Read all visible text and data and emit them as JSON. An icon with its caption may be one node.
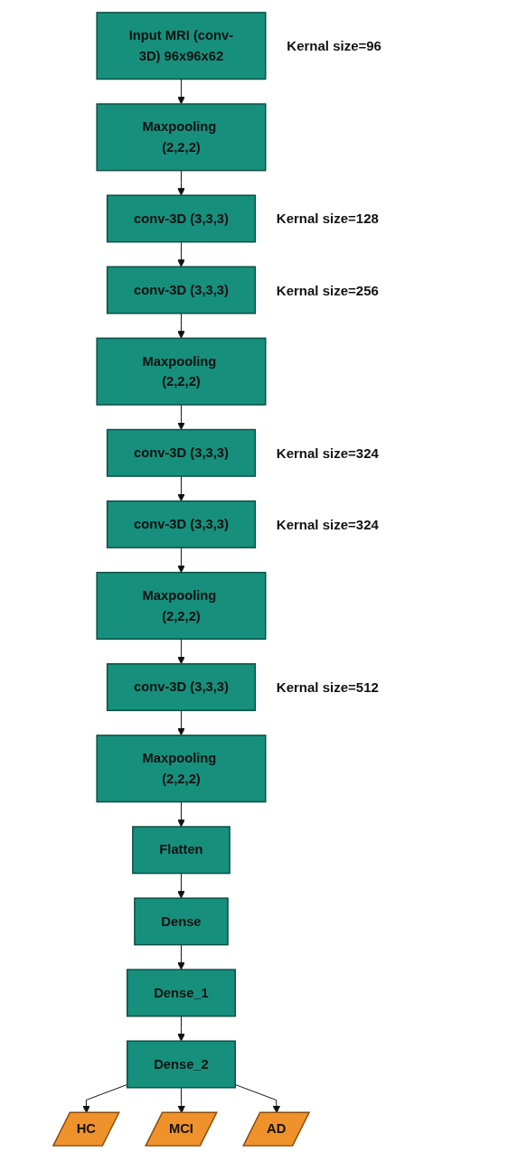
{
  "diagram": {
    "nodes": [
      {
        "text": [
          "Input MRI (conv-3D) 96x96x62"
        ],
        "beside": [
          "Kernal size=96"
        ]
      },
      {
        "text": [
          "Maxpooling (2,2,2)"
        ]
      },
      {
        "text": [
          "conv-3D (3,3,3)"
        ],
        "beside": [
          "Kernal size=128"
        ]
      },
      {
        "text": [
          "conv-3D (3,3,3)"
        ],
        "beside": [
          "Kernal size=256"
        ]
      },
      {
        "text": [
          "Maxpooling (2,2,2)"
        ]
      },
      {
        "text": [
          "conv-3D (3,3,3)"
        ],
        "beside": [
          "Kernal size=324"
        ]
      },
      {
        "text": [
          "conv-3D (3,3,3)"
        ],
        "beside": [
          "Kernal size=324"
        ]
      },
      {
        "text": [
          "Maxpooling (2,2,2)"
        ]
      },
      {
        "text": [
          "conv-3D (3,3,3)"
        ],
        "beside": [
          "Kernal size=512"
        ]
      },
      {
        "text": [
          "Maxpooling (2,2,2)"
        ]
      },
      {
        "text": [
          "Flatten"
        ]
      },
      {
        "text": [
          "Dense"
        ]
      },
      {
        "text": [
          "Dense_1"
        ]
      },
      {
        "text": [
          "Dense_2"
        ]
      },
      {
        "text": [
          "HC"
        ]
      },
      {
        "text": [
          "MCI"
        ]
      },
      {
        "text": [
          "AD"
        ]
      }
    ],
    "edges": [
      {
        "from": 0,
        "to": 1,
        "arrow": "to"
      },
      {
        "from": 1,
        "to": 2,
        "arrow": "to"
      },
      {
        "from": 2,
        "to": 3,
        "arrow": "to"
      },
      {
        "from": 3,
        "to": 4,
        "arrow": "to"
      },
      {
        "from": 4,
        "to": 5,
        "arrow": "to"
      },
      {
        "from": 5,
        "to": 6,
        "arrow": "to"
      },
      {
        "from": 6,
        "to": 7,
        "arrow": "to"
      },
      {
        "from": 7,
        "to": 8,
        "arrow": "to"
      },
      {
        "from": 8,
        "to": 9,
        "arrow": "to"
      },
      {
        "from": 9,
        "to": 10,
        "arrow": "to"
      },
      {
        "from": 10,
        "to": 11,
        "arrow": "to"
      },
      {
        "from": 11,
        "to": 12,
        "arrow": "to"
      },
      {
        "from": 12,
        "to": 13,
        "arrow": "to"
      },
      {
        "from": 13,
        "to": 14,
        "arrow": "to"
      },
      {
        "from": 13,
        "to": 15,
        "arrow": "to"
      },
      {
        "from": 13,
        "to": 16,
        "arrow": "to"
      }
    ]
  }
}
